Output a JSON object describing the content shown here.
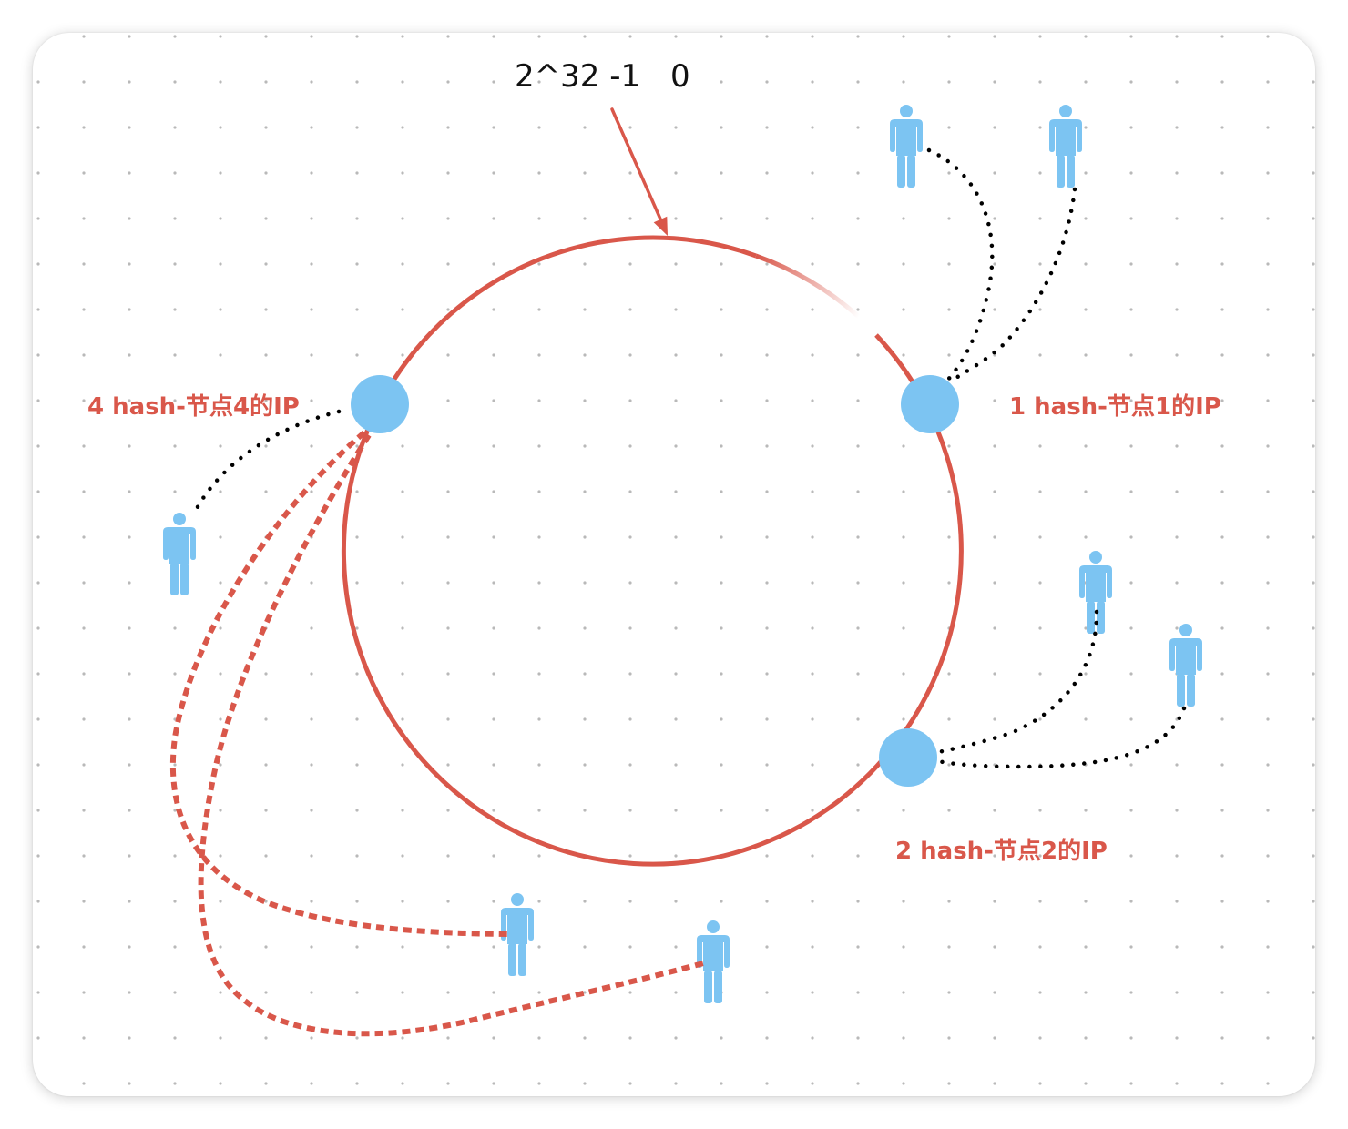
{
  "ring_label": {
    "max": "2^32 -1",
    "zero": "0"
  },
  "nodes": [
    {
      "label": "4 hash-节点4的IP"
    },
    {
      "label": "1 hash-节点1的IP"
    },
    {
      "label": "2 hash-节点2的IP"
    }
  ],
  "icons": {
    "client": "person-icon",
    "node": "hash-node-circle"
  },
  "colors": {
    "ring": "#d9574a",
    "label": "#d9574a",
    "node": "#7cc4f2",
    "client": "#7cc4f2",
    "link": "#000000",
    "grid_dot": "#b9b9b9",
    "text": "#111111"
  }
}
